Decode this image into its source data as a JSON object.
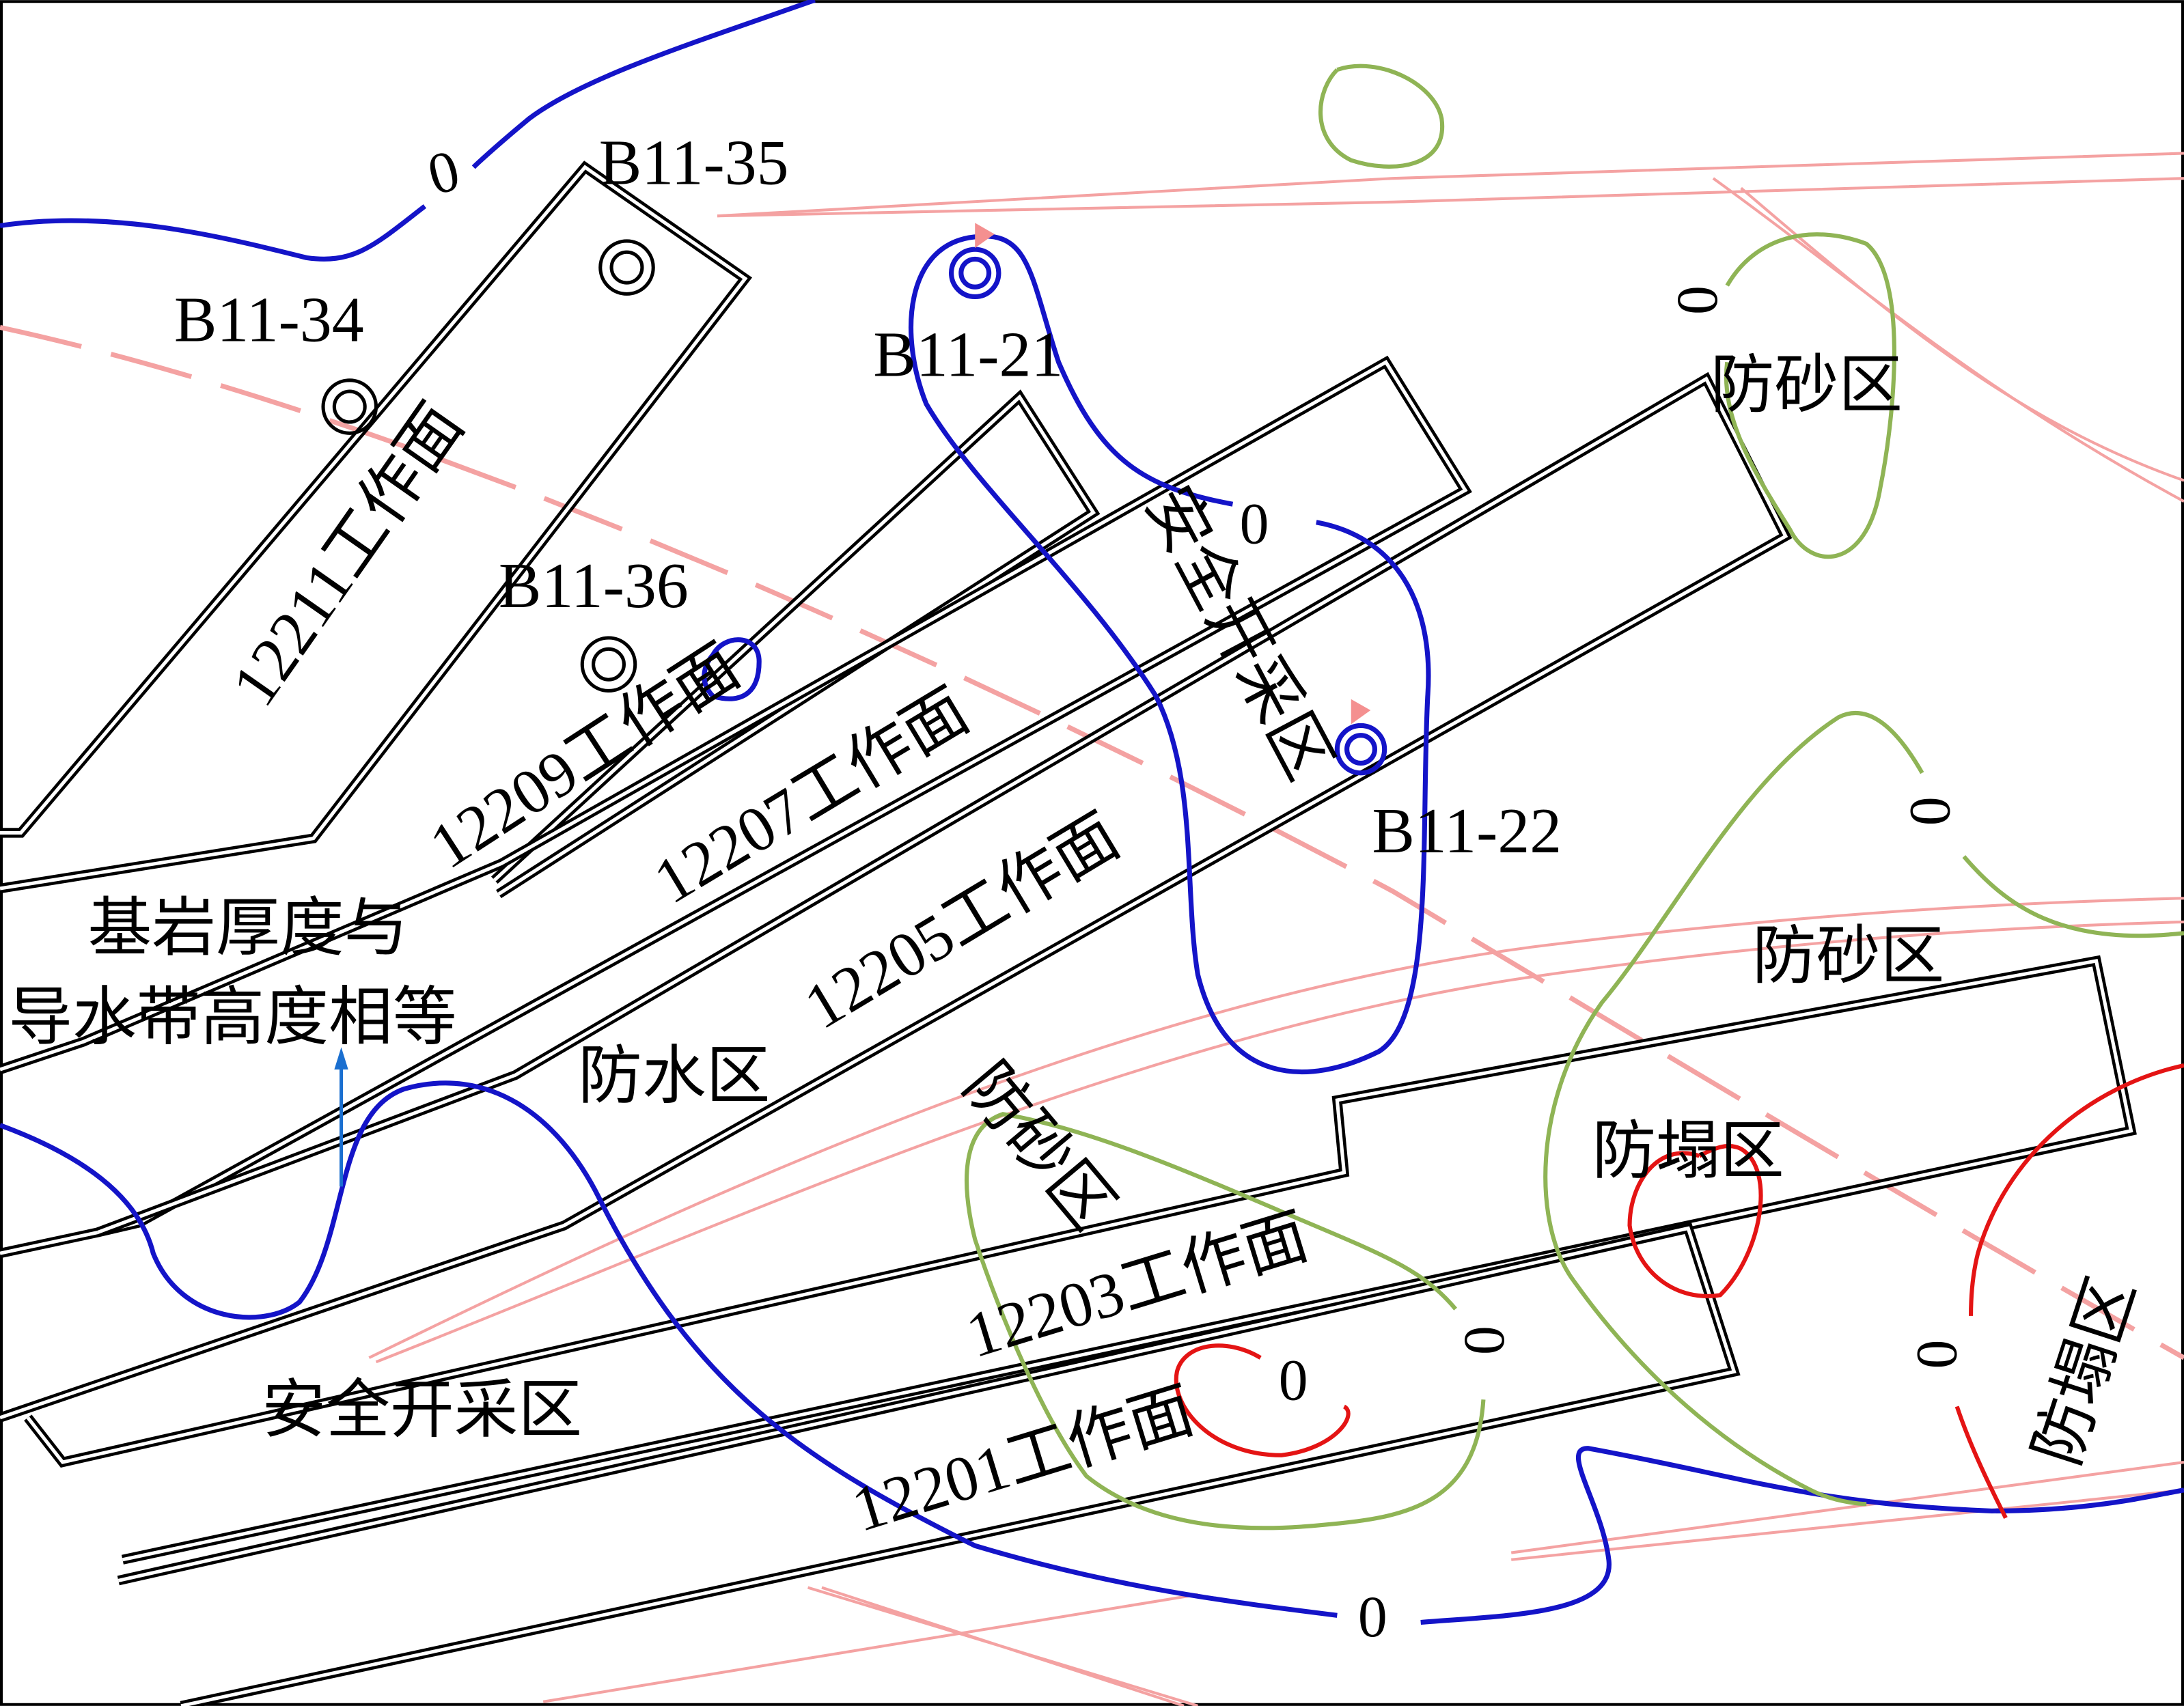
{
  "colors": {
    "contour_blue": "#1414c8",
    "sand_green": "#8fb455",
    "collapse_red": "#e41414",
    "boundary_pink": "#f4a2a2",
    "workface_black": "#000000"
  },
  "wells": [
    {
      "label": "B11-34"
    },
    {
      "label": "B11-35"
    },
    {
      "label": "B11-36"
    },
    {
      "label": "B11-21"
    },
    {
      "label": "B11-22"
    }
  ],
  "workfaces": [
    {
      "label": "12211工作面"
    },
    {
      "label": "12209工作面"
    },
    {
      "label": "12207工作面"
    },
    {
      "label": "12205工作面"
    },
    {
      "label": "12203工作面"
    },
    {
      "label": "12201工作面"
    }
  ],
  "zones": {
    "sand_prevention": [
      "防砂区",
      "防砂区",
      "防砂区"
    ],
    "water_prevention": "防水区",
    "collapse_prevention": [
      "防塌区",
      "防塌区"
    ],
    "safe_mining": [
      "安全开采区",
      "安全开采区"
    ]
  },
  "annotation": {
    "line1": "基岩厚度与",
    "line2": "导水带高度相等"
  },
  "contour_value": "0"
}
